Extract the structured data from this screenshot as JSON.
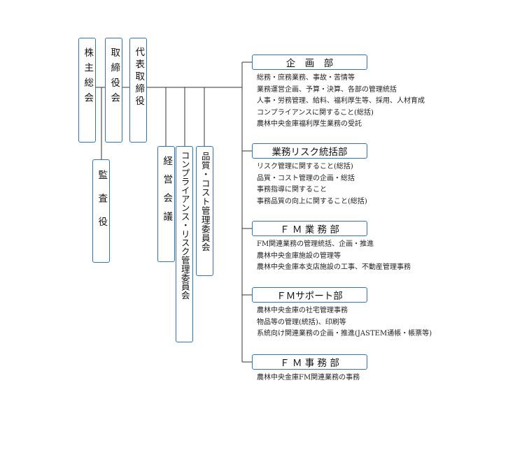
{
  "governance": {
    "shareholders_meeting": "株主総会",
    "board_of_directors": "取締役会",
    "representative_director": "代表取締役",
    "auditors": "監査役"
  },
  "committees": {
    "management_meeting": "経営会議",
    "compliance_committee": "コンプライアンス・リスク管理委員会",
    "quality_cost_committee": "品質・コスト管理委員会"
  },
  "departments": [
    {
      "name": "企　画　部",
      "duties": [
        "総務・庶務業務、事故・苦情等",
        "業務運営企画、予算・決算、各部の管理統括",
        "人事・労務管理、給料、福利厚生等、採用、人材育成",
        "コンプライアンスに関すること(総括)",
        "農林中央金庫福利厚生業務の受託"
      ]
    },
    {
      "name": "業務リスク統括部",
      "duties": [
        "リスク管理に関すること(総括)",
        "品質・コスト管理の企画・総括",
        "事務指導に関すること",
        "事務品質の向上に関すること(総括)"
      ]
    },
    {
      "name": "Ｆ Ｍ 業 務 部",
      "duties": [
        "FM関連業務の管理統括、企画・推進",
        "農林中央金庫施設の管理等",
        "農林中央金庫本支店施設の工事、不動産管理事務"
      ]
    },
    {
      "name": "ＦＭサポート部",
      "duties": [
        "農林中央金庫の社宅管理事務",
        "物品等の管理(統括)、印刷等",
        "系統向け関連業務の企画・推進(JASTEM通帳・帳票等)"
      ]
    },
    {
      "name": "Ｆ Ｍ 事 務 部",
      "duties": [
        "農林中央金庫FM関連業務の事務"
      ]
    }
  ]
}
